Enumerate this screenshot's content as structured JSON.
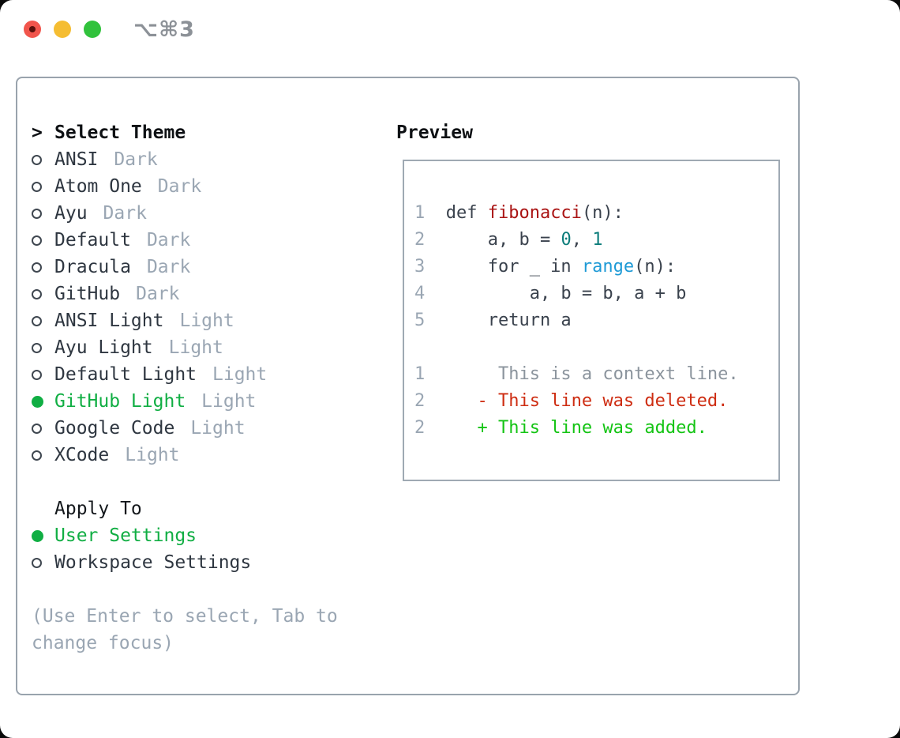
{
  "titlebar": {
    "title": "⌥⌘3"
  },
  "theme_list": {
    "header_prefix": ">",
    "header": "Select Theme",
    "items": [
      {
        "name": "ANSI",
        "variant": "Dark",
        "selected": false
      },
      {
        "name": "Atom One",
        "variant": "Dark",
        "selected": false
      },
      {
        "name": "Ayu",
        "variant": "Dark",
        "selected": false
      },
      {
        "name": "Default",
        "variant": "Dark",
        "selected": false
      },
      {
        "name": "Dracula",
        "variant": "Dark",
        "selected": false
      },
      {
        "name": "GitHub",
        "variant": "Dark",
        "selected": false
      },
      {
        "name": "ANSI Light",
        "variant": "Light",
        "selected": false
      },
      {
        "name": "Ayu Light",
        "variant": "Light",
        "selected": false
      },
      {
        "name": "Default Light",
        "variant": "Light",
        "selected": false
      },
      {
        "name": "GitHub Light",
        "variant": "Light",
        "selected": true
      },
      {
        "name": "Google Code",
        "variant": "Light",
        "selected": false
      },
      {
        "name": "XCode",
        "variant": "Light",
        "selected": false
      }
    ]
  },
  "apply_to": {
    "header": "Apply To",
    "options": [
      {
        "label": "User Settings",
        "selected": true
      },
      {
        "label": "Workspace Settings",
        "selected": false
      }
    ]
  },
  "footer_hint": "(Use Enter to select, Tab to change focus)",
  "preview": {
    "header": "Preview",
    "code_lines": [
      {
        "num": "1",
        "segments": [
          {
            "text": "def ",
            "style": "plain"
          },
          {
            "text": "fibonacci",
            "style": "function"
          },
          {
            "text": "(n):",
            "style": "plain"
          }
        ]
      },
      {
        "num": "2",
        "segments": [
          {
            "text": "    a, b = ",
            "style": "plain"
          },
          {
            "text": "0",
            "style": "number"
          },
          {
            "text": ", ",
            "style": "plain"
          },
          {
            "text": "1",
            "style": "number"
          }
        ]
      },
      {
        "num": "3",
        "segments": [
          {
            "text": "    for _ in ",
            "style": "plain"
          },
          {
            "text": "range",
            "style": "builtin"
          },
          {
            "text": "(n):",
            "style": "plain"
          }
        ]
      },
      {
        "num": "4",
        "segments": [
          {
            "text": "        a, b = b, a + b",
            "style": "plain"
          }
        ]
      },
      {
        "num": "5",
        "segments": [
          {
            "text": "    return a",
            "style": "plain"
          }
        ]
      },
      {
        "num": "",
        "segments": []
      },
      {
        "num": "1",
        "segments": [
          {
            "text": "     This is a context line.",
            "style": "context"
          }
        ]
      },
      {
        "num": "2",
        "segments": [
          {
            "text": "   - This line was deleted.",
            "style": "deleted"
          }
        ]
      },
      {
        "num": "2",
        "segments": [
          {
            "text": "   + This line was added.",
            "style": "added"
          }
        ]
      }
    ]
  },
  "colors": {
    "panel_border": "#99a3ad",
    "preview_border": "#9fa9b3",
    "selected_green": "#10ae43",
    "added_green": "#14c414",
    "deleted_red": "#ce2d12",
    "function_red": "#aa1414",
    "builtin_blue": "#1e9ad6",
    "number_teal": "#0d7d7b",
    "muted_gray": "#9aa6b3",
    "context_gray": "#8b949d",
    "traffic_red": "#f1554c",
    "traffic_yellow": "#f5bd32",
    "traffic_green": "#31c23c"
  }
}
